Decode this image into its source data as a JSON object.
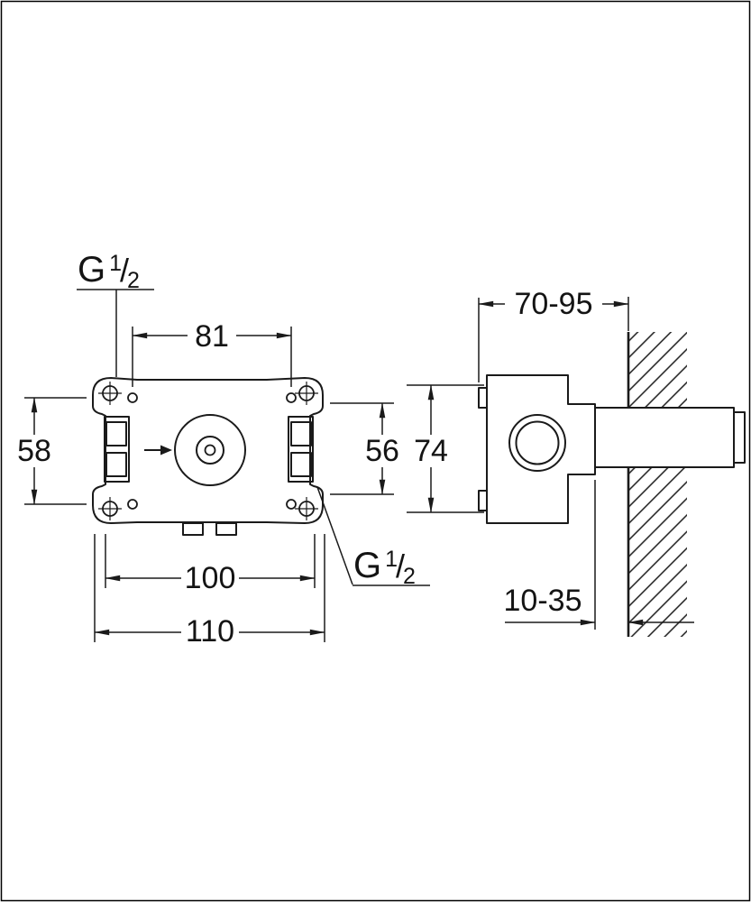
{
  "colors": {
    "background": "#ffffff",
    "line": "#1a1a1a"
  },
  "front_view": {
    "thread_label_top": {
      "letter": "G",
      "numerator": "1",
      "slash": "/",
      "denominator": "2"
    },
    "thread_label_bottom": {
      "letter": "G",
      "numerator": "1",
      "slash": "/",
      "denominator": "2"
    },
    "dim_top_hole_spacing": "81",
    "dim_left_hole_spacing": "58",
    "dim_right_inner_height": "56",
    "dim_bottom_inner_width": "100",
    "dim_bottom_overall_width": "110"
  },
  "side_view": {
    "dim_overall_height": "74",
    "dim_depth_range": "70-95",
    "dim_front_to_wall_range": "10-35"
  }
}
